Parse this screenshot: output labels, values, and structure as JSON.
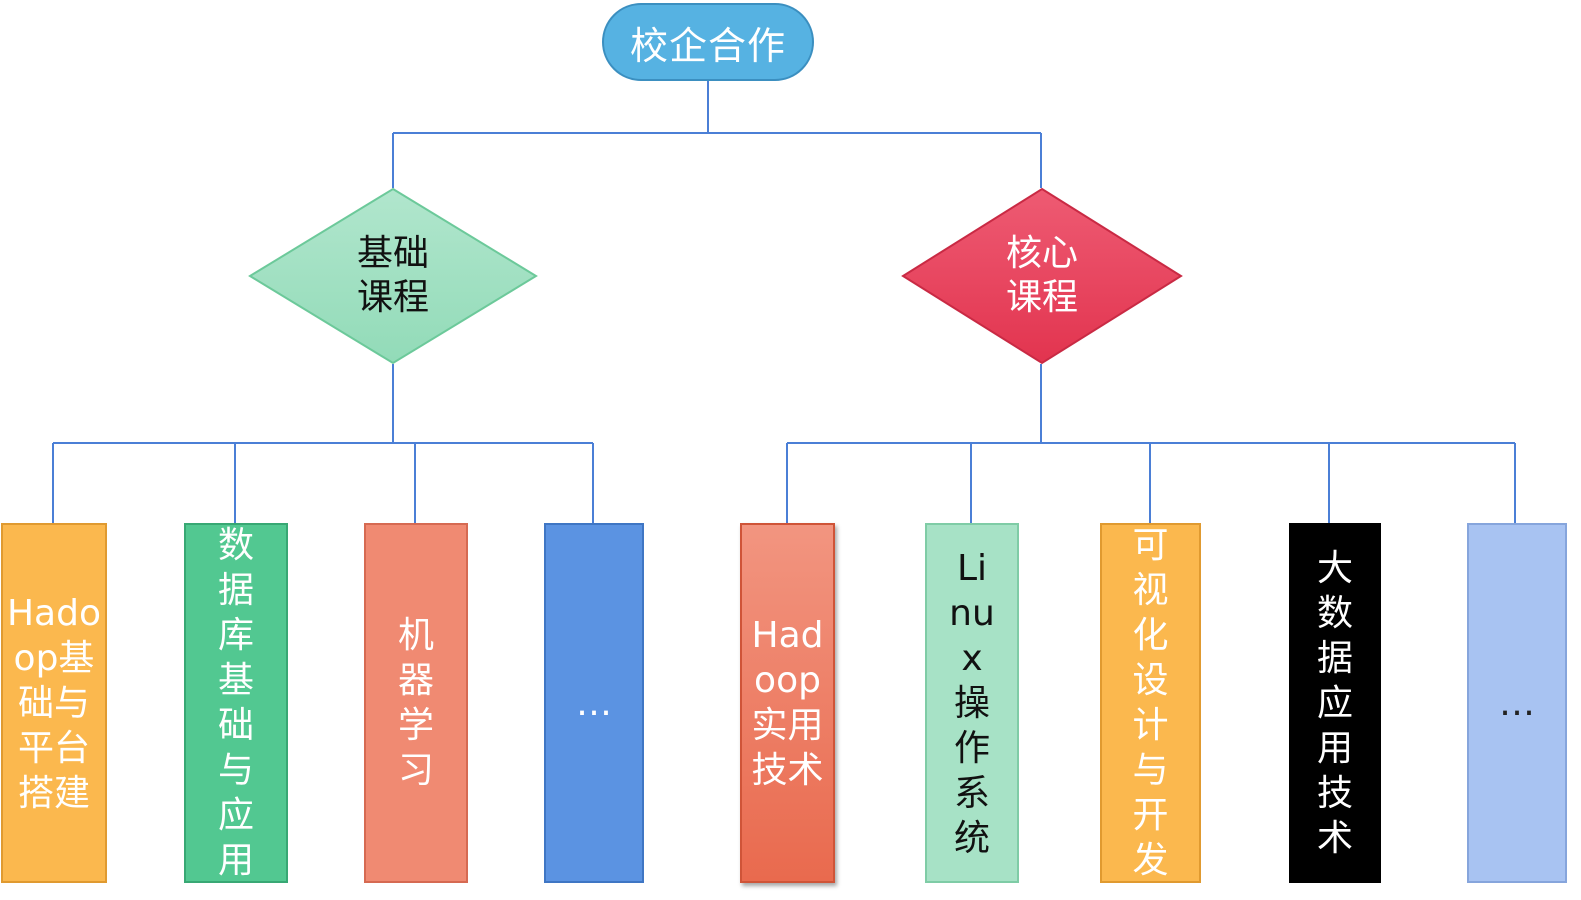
{
  "root": {
    "label": "校企合作",
    "color": "#56b2e2"
  },
  "branches": [
    {
      "label": "基础\n课程",
      "color": "#9fe0c0",
      "text_color": "#111111",
      "leaves": [
        {
          "label": "Hadoop基础与平台搭建",
          "color": "#fbb84e",
          "text_color": "#ffffff"
        },
        {
          "label": "数据库基础与应用",
          "color": "#52c891",
          "text_color": "#ffffff"
        },
        {
          "label": "机器学习",
          "color": "#f08a72",
          "text_color": "#ffffff"
        },
        {
          "label": "…",
          "color": "#5b93e2",
          "text_color": "#ffffff"
        }
      ]
    },
    {
      "label": "核心\n课程",
      "color": "#e8435e",
      "text_color": "#ffffff",
      "leaves": [
        {
          "label": "Hadoop实用技术",
          "color": "#ee7960",
          "text_color": "#ffffff"
        },
        {
          "label": "Linux操作系统",
          "color": "#a7e2c6",
          "text_color": "#111111"
        },
        {
          "label": "可视化设计与开发",
          "color": "#fbb84e",
          "text_color": "#ffffff"
        },
        {
          "label": "大数据应用技术",
          "color": "#000000",
          "text_color": "#ffffff"
        },
        {
          "label": "…",
          "color": "#a8c3f2",
          "text_color": "#222222"
        }
      ]
    }
  ],
  "connector_color": "#4b7fd6"
}
